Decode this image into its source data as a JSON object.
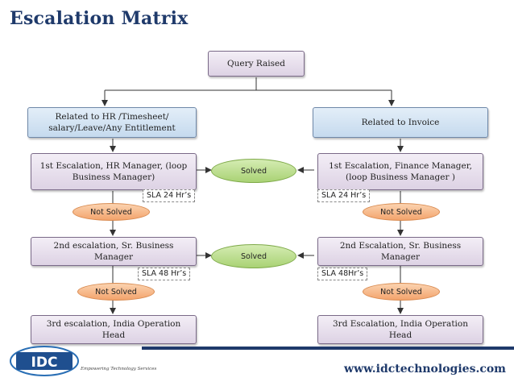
{
  "title": "Escalation Matrix",
  "nodes": {
    "query_raised": "Query Raised",
    "hr_related": "Related to HR /Timesheet/ salary/Leave/Any Entitlement",
    "invoice_related": "Related to Invoice",
    "hr_escalation_1": "1st Escalation, HR Manager, (loop Business Manager)",
    "hr_escalation_2": "2nd escalation, Sr. Business Manager",
    "hr_escalation_3": "3rd escalation, India Operation Head",
    "fin_escalation_1": "1st Escalation, Finance Manager, (loop Business Manager )",
    "fin_escalation_2": "2nd Escalation, Sr. Business Manager",
    "fin_escalation_3": "3rd Escalation, India Operation Head",
    "solved_1": "Solved",
    "solved_2": "Solved",
    "not_solved_hr_1": "Not Solved",
    "not_solved_hr_2": "Not Solved",
    "not_solved_fin_1": "Not Solved",
    "not_solved_fin_2": "Not Solved",
    "sla_hr_1": "SLA 24 Hr’s",
    "sla_hr_2": "SLA 48 Hr’s",
    "sla_fin_1": "SLA 24 Hr’s",
    "sla_fin_2": "SLA 48Hr’s"
  },
  "footer": {
    "logo_text": "IDC",
    "tagline": "Empowering Technology Services",
    "url": "www.idctechnologies.com"
  },
  "colors": {
    "title": "#1f3a6b",
    "purple_box": "#ddd2e4",
    "blue_box": "#c5daee",
    "solved": "#a9d274",
    "not_solved": "#f3a36c"
  }
}
